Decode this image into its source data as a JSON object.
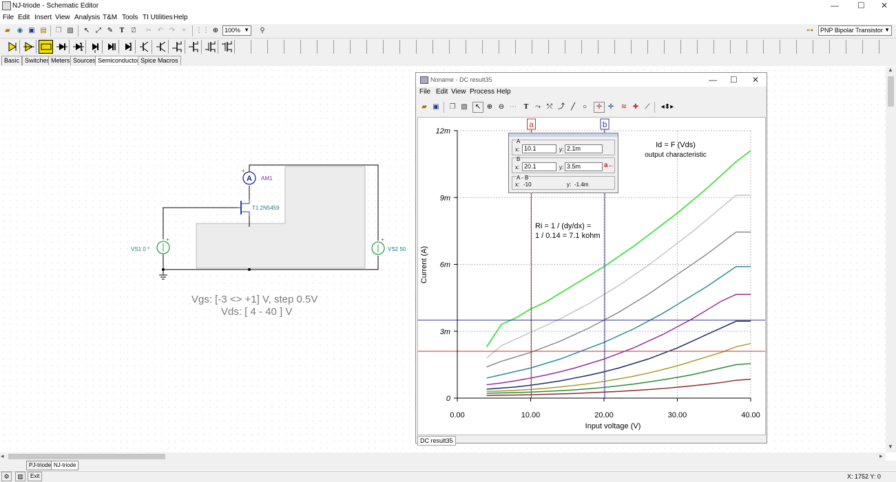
{
  "window": {
    "title": "NJ-triode - Schematic Editor",
    "controls": {
      "minimize": "—",
      "maximize": "☐",
      "close": "✕"
    }
  },
  "menu": [
    "File",
    "Edit",
    "Insert",
    "View",
    "Analysis",
    "T&M",
    "Tools",
    "TI Utilities",
    "Help"
  ],
  "toolbar": {
    "zoom": "100%",
    "component_select": "PNP Bipolar Transistor"
  },
  "component_tabs": [
    "Basic",
    "Switches",
    "Meters",
    "Sources",
    "Semiconductors",
    "Spice Macros"
  ],
  "active_component_tab": "Semiconductors",
  "schematic": {
    "ammeter_label": "AM1",
    "ammeter_symbol": "A",
    "transistor_label": "T1 2N5459",
    "source1_label": "VS1 0 *",
    "source2_label": "VS2 50",
    "plus_sign": "+",
    "caption_line1": "Vgs: [-3 <> +1] V, step 0.5V",
    "caption_line2": "Vds: [ 4 - 40 ] V"
  },
  "result_window": {
    "title": "Noname - DC result35",
    "menu": [
      "File",
      "Edit",
      "View",
      "Process",
      "Help"
    ],
    "tab": "DC result35",
    "controls": {
      "minimize": "—",
      "maximize": "☐",
      "close": "✕"
    }
  },
  "cursor_panel": {
    "a_label": "A",
    "b_label": "B",
    "diff_label": "A - B",
    "x_label": "x:",
    "y_label": "y:",
    "a_x": "10.1",
    "a_y": "2.1m",
    "b_x": "20.1",
    "b_y": "3.5m",
    "diff_x": "-10",
    "diff_y": "-1.4m",
    "snap_glyph": "a←"
  },
  "chart_data": {
    "type": "line",
    "title": "Id = F (Vds)",
    "subtitle": "output characteristic",
    "xlabel": "Input voltage (V)",
    "ylabel": "Current (A)",
    "xlim": [
      0,
      40
    ],
    "ylim": [
      0,
      12
    ],
    "x_ticks": [
      "0.00",
      "10.00",
      "20.00",
      "30.00",
      "40.00"
    ],
    "y_ticks": [
      "0",
      "3m",
      "6m",
      "9m",
      "12m"
    ],
    "grid": true,
    "annotation_line1": "Ri = 1 / (dy/dx) =",
    "annotation_line2": "1 / 0.14 = 7.1 kohm",
    "cursor_a_label": "a",
    "cursor_b_label": "b",
    "cursor_a_x": 10.1,
    "cursor_b_x": 20.1,
    "cursor_a_y": 2.1,
    "cursor_b_y": 3.5,
    "x": [
      4,
      6,
      8,
      10,
      12,
      14,
      16,
      18,
      20,
      22,
      24,
      26,
      28,
      30,
      32,
      34,
      36,
      38,
      40
    ],
    "series": [
      {
        "color": "#55e055",
        "values": [
          2.3,
          3.3,
          3.6,
          4.0,
          4.3,
          4.7,
          5.1,
          5.5,
          5.9,
          6.35,
          6.8,
          7.3,
          7.8,
          8.3,
          8.85,
          9.4,
          10.0,
          10.6,
          11.1
        ]
      },
      {
        "color": "#c4c4c4",
        "values": [
          1.8,
          2.35,
          2.65,
          2.95,
          3.25,
          3.55,
          3.9,
          4.25,
          4.65,
          5.05,
          5.5,
          5.95,
          6.45,
          6.95,
          7.45,
          8.0,
          8.55,
          9.1,
          9.1
        ]
      },
      {
        "color": "#8a8a8a",
        "values": [
          1.4,
          1.65,
          1.85,
          2.05,
          2.3,
          2.55,
          2.85,
          3.15,
          3.5,
          3.85,
          4.25,
          4.65,
          5.1,
          5.55,
          6.0,
          6.45,
          6.95,
          7.45,
          7.45
        ]
      },
      {
        "color": "#2a8a9a",
        "values": [
          0.9,
          1.05,
          1.2,
          1.35,
          1.55,
          1.75,
          2.0,
          2.25,
          2.5,
          2.8,
          3.1,
          3.45,
          3.8,
          4.2,
          4.6,
          5.0,
          5.45,
          5.9,
          5.9
        ]
      },
      {
        "color": "#9a2a9a",
        "values": [
          0.6,
          0.68,
          0.78,
          0.9,
          1.03,
          1.18,
          1.35,
          1.55,
          1.75,
          2.0,
          2.25,
          2.55,
          2.85,
          3.2,
          3.55,
          3.95,
          4.35,
          4.65,
          4.65
        ]
      },
      {
        "color": "#1a2a6a",
        "values": [
          0.4,
          0.45,
          0.5,
          0.58,
          0.67,
          0.77,
          0.9,
          1.03,
          1.18,
          1.35,
          1.55,
          1.75,
          2.0,
          2.25,
          2.55,
          2.85,
          3.15,
          3.45,
          3.45
        ]
      },
      {
        "color": "#a89a2a",
        "values": [
          0.3,
          0.32,
          0.35,
          0.39,
          0.44,
          0.5,
          0.57,
          0.65,
          0.75,
          0.86,
          0.98,
          1.12,
          1.28,
          1.45,
          1.65,
          1.85,
          2.05,
          2.3,
          2.45
        ]
      },
      {
        "color": "#2a8a3a",
        "values": [
          0.22,
          0.23,
          0.25,
          0.27,
          0.3,
          0.33,
          0.37,
          0.42,
          0.48,
          0.55,
          0.63,
          0.72,
          0.82,
          0.93,
          1.05,
          1.2,
          1.35,
          1.5,
          1.55
        ]
      },
      {
        "color": "#8a2a2a",
        "values": [
          0.12,
          0.13,
          0.14,
          0.15,
          0.17,
          0.19,
          0.21,
          0.24,
          0.27,
          0.3,
          0.34,
          0.38,
          0.43,
          0.49,
          0.55,
          0.62,
          0.7,
          0.8,
          0.85
        ]
      }
    ]
  },
  "status": {
    "coords": "X: 1752  Y: 0"
  },
  "sheet_tabs": [
    "PJ-triode",
    "NJ-triode"
  ],
  "active_sheet": "NJ-triode",
  "status_buttons": {
    "exit": "Exit"
  }
}
